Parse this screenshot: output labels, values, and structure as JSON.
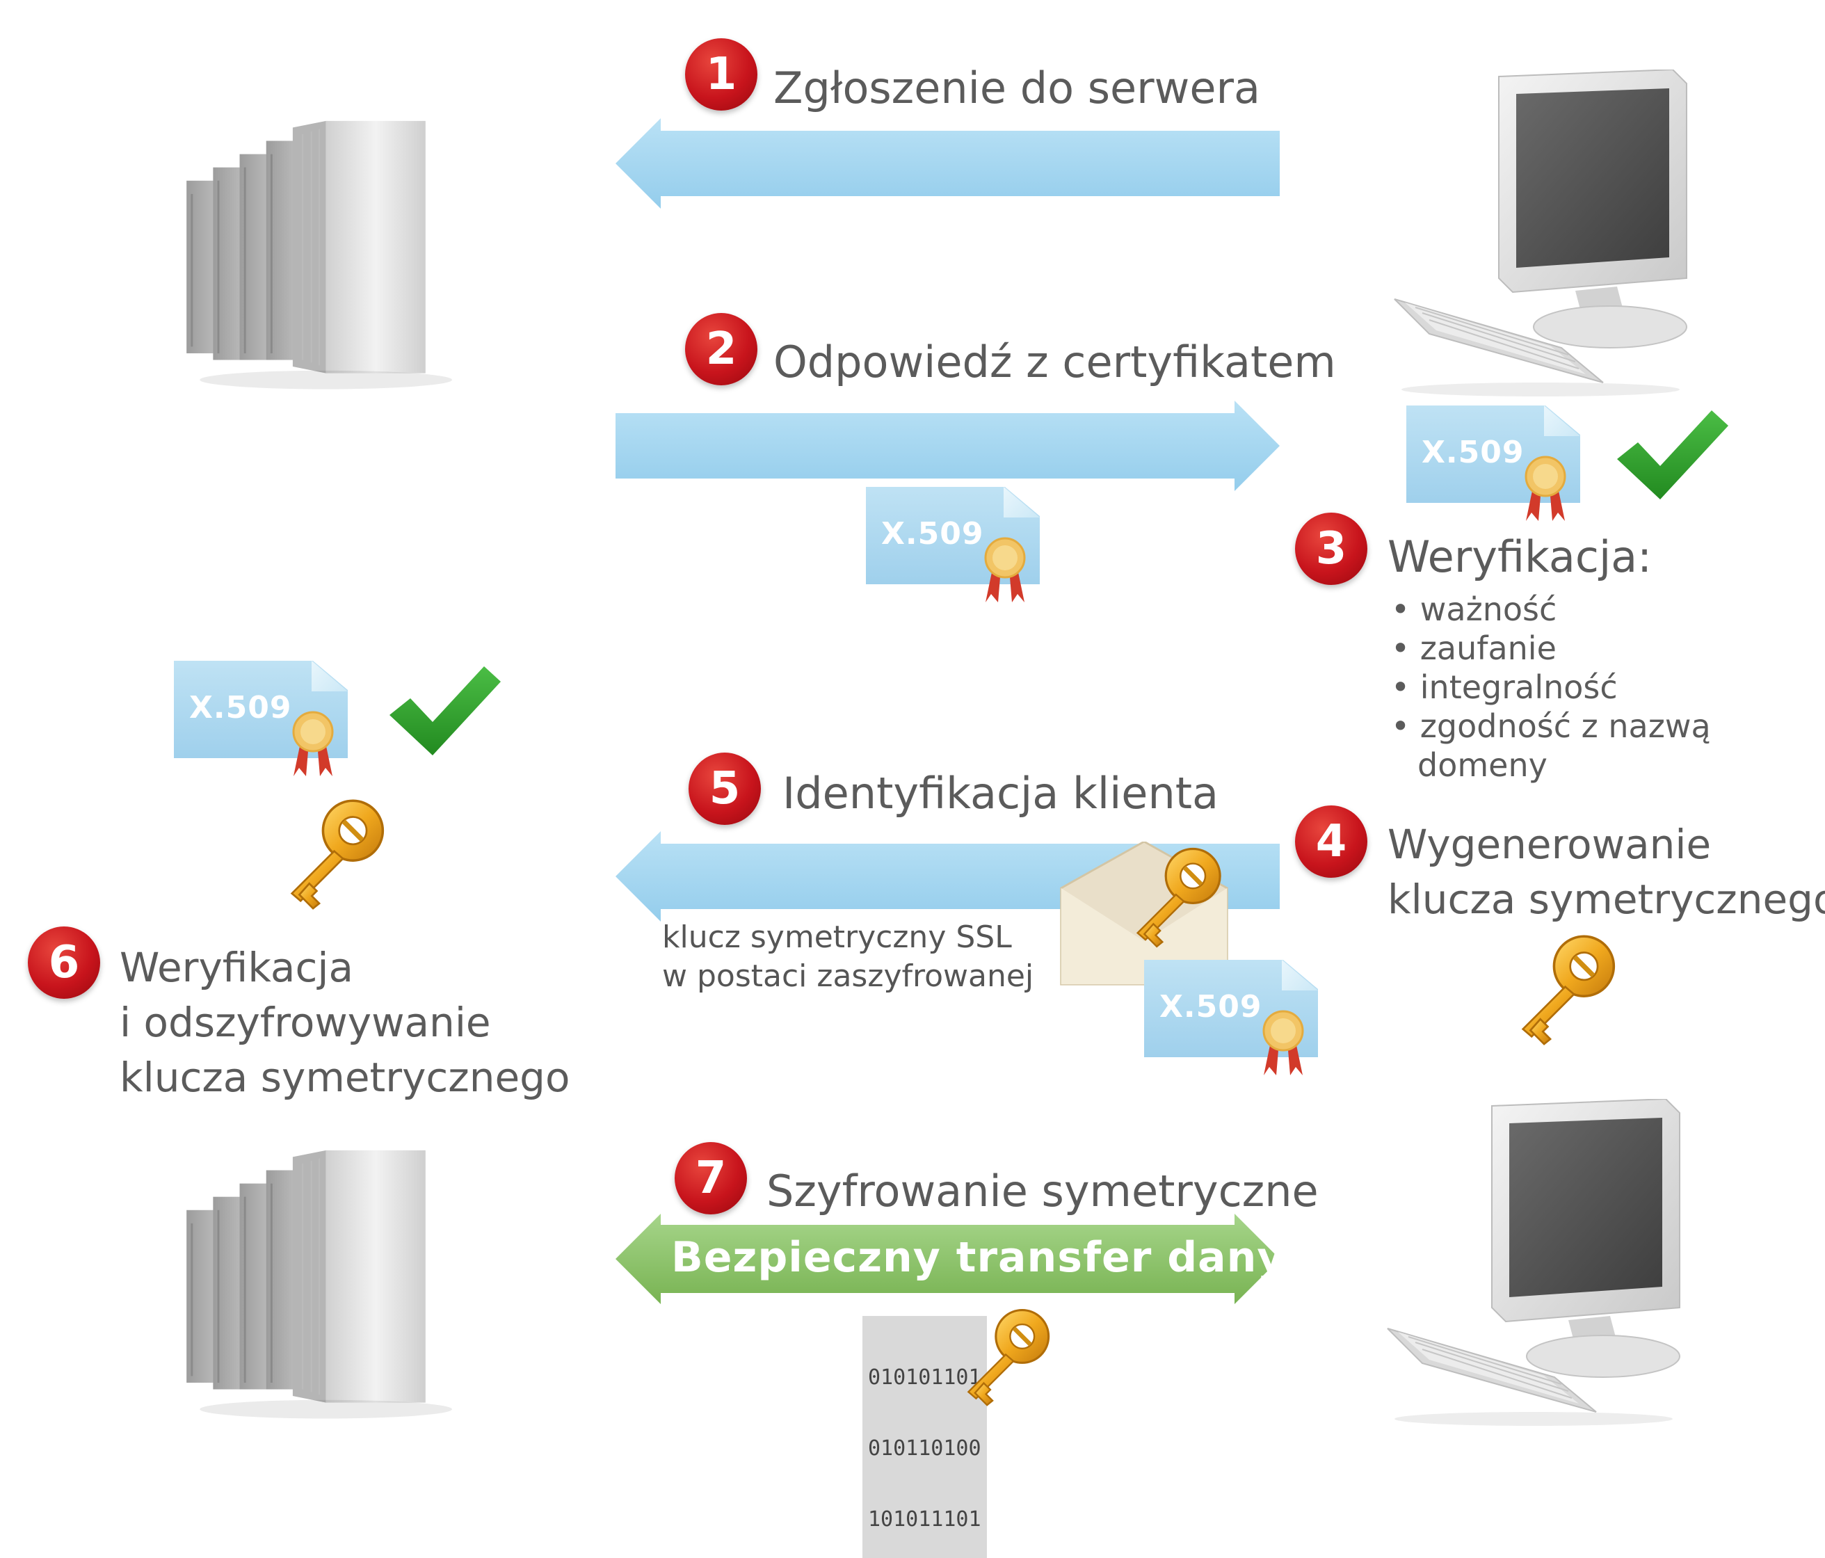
{
  "steps": [
    {
      "number": "1",
      "label": "Zgłoszenie do serwera"
    },
    {
      "number": "2",
      "label": "Odpowiedź z certyfikatem"
    },
    {
      "number": "3",
      "label": "Weryfikacja:",
      "bullets": [
        "ważność",
        "zaufanie",
        "integralność",
        "zgodność z nazwą"
      ],
      "bullet_continuation": "domeny"
    },
    {
      "number": "4",
      "lines": [
        "Wygenerowanie",
        "klucza symetrycznego"
      ]
    },
    {
      "number": "5",
      "label": "Identyfikacja klienta",
      "note_lines": [
        "klucz symetryczny SSL",
        "w postaci zaszyfrowanej"
      ]
    },
    {
      "number": "6",
      "lines": [
        "Weryfikacja",
        "i odszyfrowywanie",
        "klucza symetrycznego"
      ]
    },
    {
      "number": "7",
      "label": "Szyfrowanie symetryczne",
      "arrow_text": "Bezpieczny transfer danych"
    }
  ],
  "certificate_label": "X.509",
  "binary_lines": [
    "010101101",
    "010110100",
    "101011101"
  ],
  "icons": [
    "server-icon",
    "computer-icon",
    "certificate-icon",
    "checkmark-icon",
    "key-icon",
    "envelope-icon"
  ],
  "colors": {
    "arrow_blue": "#a8d8f2",
    "arrow_green": "#8fc46d",
    "badge_red": "#c8141c",
    "check_green": "#2f9a2c",
    "key_gold": "#e8a21f"
  }
}
